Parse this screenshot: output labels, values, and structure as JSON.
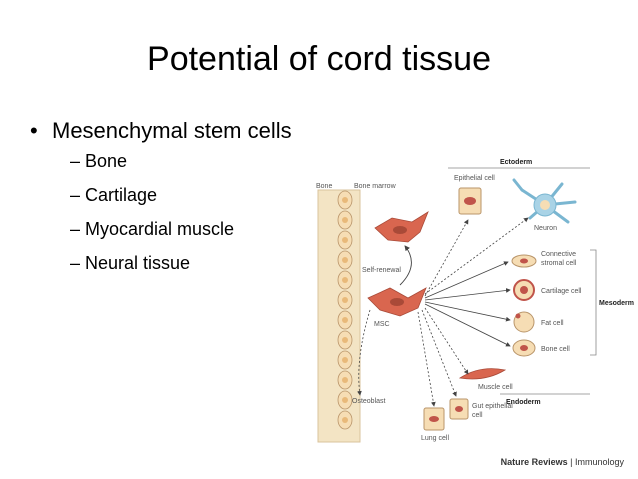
{
  "slide": {
    "title": "Potential of cord tissue",
    "bullet": "Mesenchymal stem cells",
    "subbullets": [
      "Bone",
      "Cartilage",
      "Myocardial muscle",
      "Neural tissue"
    ]
  },
  "diagram": {
    "bone_label": "Bone",
    "marrow_label": "Bone marrow",
    "self_renewal": "Self-renewal",
    "msc": "MSC",
    "osteoblast": "Osteoblast",
    "ectoderm": "Ectoderm",
    "epithelial": "Epithelial cell",
    "neuron": "Neuron",
    "connective1": "Connective",
    "connective2": "stromal cell",
    "cartilage_cell": "Cartilage cell",
    "fat_cell": "Fat cell",
    "bone_cell": "Bone cell",
    "mesoderm": "Mesoderm",
    "muscle_cell": "Muscle cell",
    "gut1": "Gut epithelial",
    "gut2": "cell",
    "endoderm": "Endoderm",
    "lung_cell": "Lung cell"
  },
  "credit": {
    "journal": "Nature Reviews",
    "section": "Immunology"
  },
  "colors": {
    "msc_fill": "#d9664f",
    "cell_fill": "#f6ddb4",
    "nucleus": "#c0544a"
  }
}
